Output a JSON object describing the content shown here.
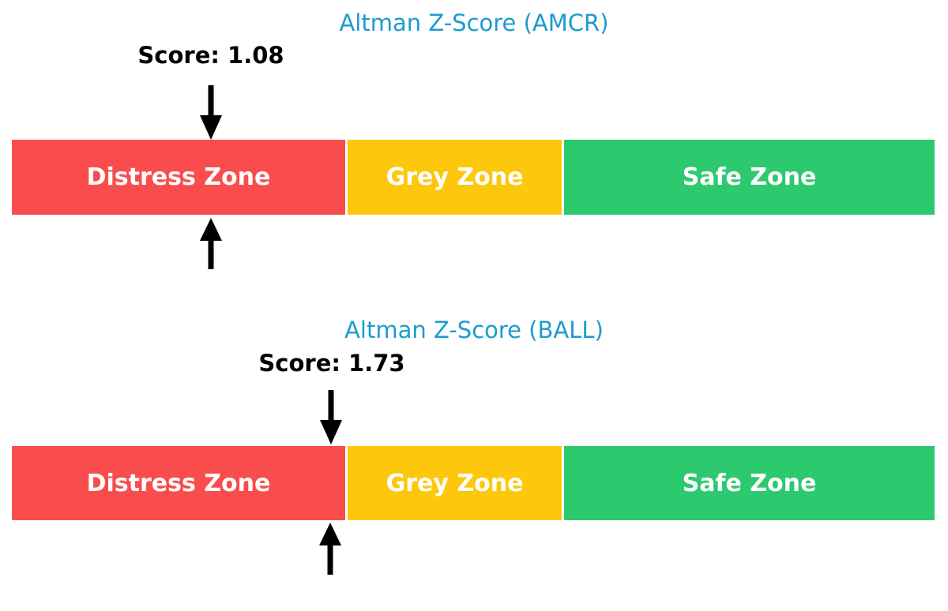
{
  "figure": {
    "background": "#ffffff"
  },
  "colors": {
    "title": "#1d9bce",
    "score_text": "#000000",
    "arrow": "#000000",
    "zone_label": "#ffffff"
  },
  "zones": [
    {
      "label": "Distress Zone",
      "color": "#f94d4d",
      "start": 0,
      "end": 1.8
    },
    {
      "label": "Grey Zone",
      "color": "#fdc70c",
      "start": 1.8,
      "end": 3.0
    },
    {
      "label": "Safe Zone",
      "color": "#2dc96f",
      "start": 3.0,
      "end": 5.0
    }
  ],
  "charts": [
    {
      "title": "Altman Z-Score (AMCR)",
      "score_label": "Score: 1.08",
      "score": 1.08
    },
    {
      "title": "Altman Z-Score (BALL)",
      "score_label": "Score: 1.73",
      "score": 1.73
    }
  ],
  "chart_data": [
    {
      "type": "bar",
      "title": "Altman Z-Score (AMCR)",
      "score": 1.08,
      "score_label": "Score: 1.08",
      "axis_range": [
        0,
        5
      ],
      "legend_position": "none",
      "grid": false,
      "zones": [
        {
          "label": "Distress Zone",
          "start": 0,
          "end": 1.8,
          "color": "#f94d4d"
        },
        {
          "label": "Grey Zone",
          "start": 1.8,
          "end": 3.0,
          "color": "#fdc70c"
        },
        {
          "label": "Safe Zone",
          "start": 3.0,
          "end": 5.0,
          "color": "#2dc96f"
        }
      ],
      "markers": [
        {
          "shape": "down-arrow",
          "position": 1.08,
          "location": "above-bar"
        },
        {
          "shape": "up-arrow",
          "position": 1.08,
          "location": "below-bar"
        }
      ]
    },
    {
      "type": "bar",
      "title": "Altman Z-Score (BALL)",
      "score": 1.73,
      "score_label": "Score: 1.73",
      "axis_range": [
        0,
        5
      ],
      "legend_position": "none",
      "grid": false,
      "zones": [
        {
          "label": "Distress Zone",
          "start": 0,
          "end": 1.8,
          "color": "#f94d4d"
        },
        {
          "label": "Grey Zone",
          "start": 1.8,
          "end": 3.0,
          "color": "#fdc70c"
        },
        {
          "label": "Safe Zone",
          "start": 3.0,
          "end": 5.0,
          "color": "#2dc96f"
        }
      ],
      "markers": [
        {
          "shape": "down-arrow",
          "position": 1.73,
          "location": "above-bar"
        },
        {
          "shape": "up-arrow",
          "position": 1.73,
          "location": "below-bar"
        }
      ]
    }
  ]
}
